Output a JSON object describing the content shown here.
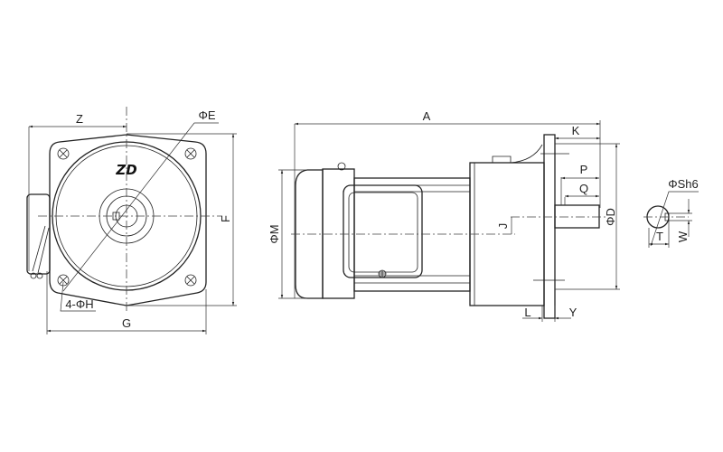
{
  "logo": "ZD",
  "front_view": {
    "z": "Z",
    "phi_e": "ΦE",
    "f": "F",
    "g": "G",
    "holes": "4-ΦH"
  },
  "side_view": {
    "a": "A",
    "k": "K",
    "phi_m": "ΦM",
    "p": "P",
    "q": "Q",
    "j": "J",
    "phi_d": "ΦD",
    "l": "L",
    "y": "Y"
  },
  "shaft_section": {
    "phi_s": "ΦSh6",
    "t": "T",
    "w": "W"
  }
}
